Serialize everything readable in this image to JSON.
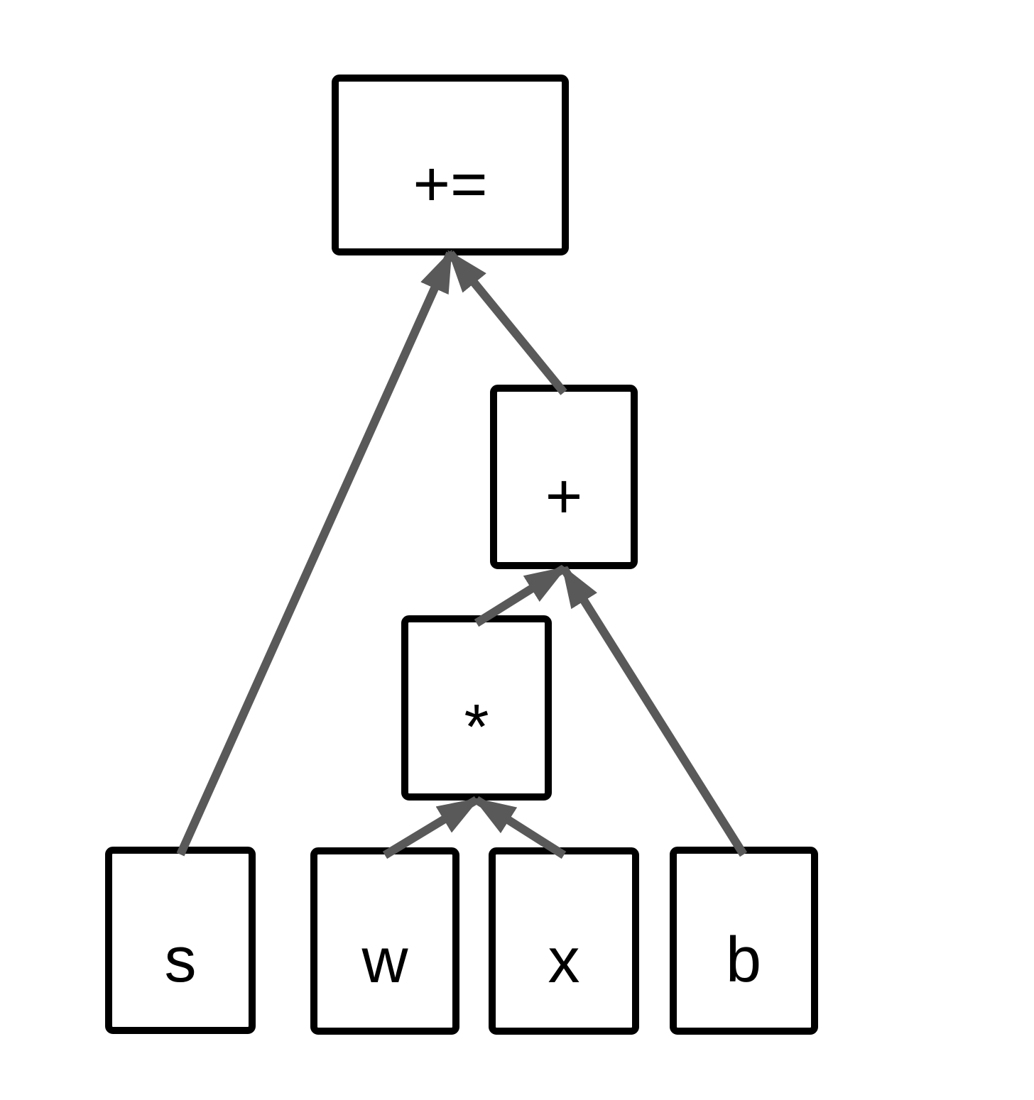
{
  "diagram": {
    "type": "expression-tree",
    "description": "Computational graph of s += w * x + b",
    "colors": {
      "background": "#ffffff",
      "box_border": "#000000",
      "label": "#000000",
      "arrow": "#595959"
    },
    "nodes": {
      "plus_assign": {
        "label": "+="
      },
      "plus": {
        "label": "+"
      },
      "times": {
        "label": "*"
      },
      "s": {
        "label": "s"
      },
      "w": {
        "label": "w"
      },
      "x": {
        "label": "x"
      },
      "b": {
        "label": "b"
      }
    },
    "edges": [
      {
        "from": "s",
        "to": "plus_assign"
      },
      {
        "from": "plus",
        "to": "plus_assign"
      },
      {
        "from": "times",
        "to": "plus"
      },
      {
        "from": "b",
        "to": "plus"
      },
      {
        "from": "w",
        "to": "times"
      },
      {
        "from": "x",
        "to": "times"
      }
    ]
  }
}
